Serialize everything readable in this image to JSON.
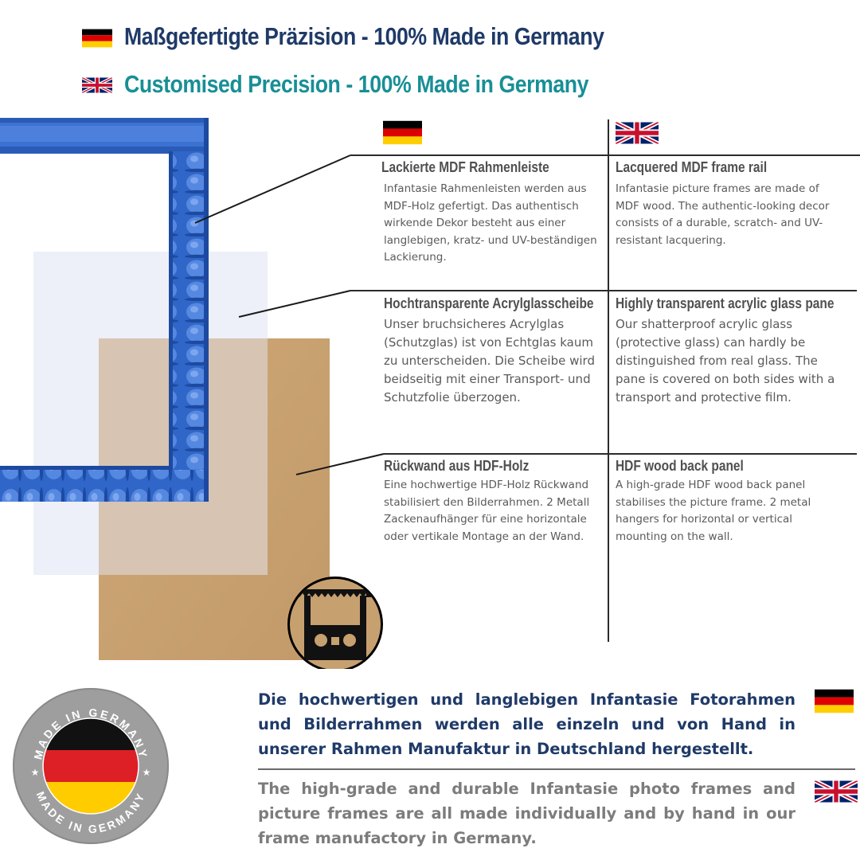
{
  "header": {
    "title_de": "Maßgefertigte Präzision - 100% Made in Germany",
    "title_en": "Customised Precision - 100% Made in Germany"
  },
  "sections": [
    {
      "id": "frame-rail",
      "de": {
        "title": "Lackierte MDF Rahmenleiste",
        "text": "Infantasie Rahmenleisten werden aus MDF-Holz gefertigt. Das authentisch wirkende Dekor besteht aus einer langlebigen, kratz- und UV-beständigen Lackierung."
      },
      "en": {
        "title": "Lacquered MDF frame rail",
        "text": "Infantasie picture frames are made of MDF wood. The authentic-looking decor consists of a durable, scratch- and UV-resistant lacquering."
      }
    },
    {
      "id": "acrylic-glass",
      "de": {
        "title": "Hochtransparente Acrylglasscheibe",
        "text": "Unser bruchsicheres Acrylglas (Schutzglas) ist von Echtglas kaum zu unterscheiden. Die Scheibe wird beidseitig mit einer Transport- und Schutzfolie überzogen."
      },
      "en": {
        "title": "Highly transparent acrylic glass pane",
        "text": "Our shatterproof acrylic glass (protective glass) can hardly be distinguished from real glass. The pane is covered on both sides with a transport and protective film."
      }
    },
    {
      "id": "back-panel",
      "de": {
        "title": "Rückwand aus HDF-Holz",
        "text": "Eine hochwertige HDF-Holz Rückwand stabilisiert den Bilderrahmen. 2 Metall Zackenaufhänger für eine horizontale oder vertikale Montage an der Wand."
      },
      "en": {
        "title": "HDF wood back panel",
        "text": "A high-grade HDF wood back panel stabilises the picture frame. 2 metal hangers for horizontal or vertical mounting on the wall."
      }
    }
  ],
  "bottom": {
    "text_de": "Die hochwertigen und langlebigen Infantasie Fotorahmen und Bilderrahmen werden alle einzeln und von Hand in unserer Rahmen Manufaktur in Deutschland hergestellt.",
    "text_en": "The high-grade and durable Infantasie photo frames and picture frames are all made individually and by hand in our frame manufactory in Germany."
  },
  "badge": {
    "text_top": "MADE IN GERMANY",
    "text_bottom": "MADE IN GERMANY"
  },
  "colors": {
    "title_de": "#1f3a68",
    "title_en": "#188f96",
    "frame_blue": "#2f66c8",
    "hdf_brown": "#c9a273",
    "badge_grey": "#9e9e9e"
  },
  "icons": {
    "flag_de": "flag-germany-icon",
    "flag_en": "flag-uk-icon",
    "badge": "made-in-germany-seal-icon",
    "hanger": "sawtooth-hanger-icon"
  }
}
